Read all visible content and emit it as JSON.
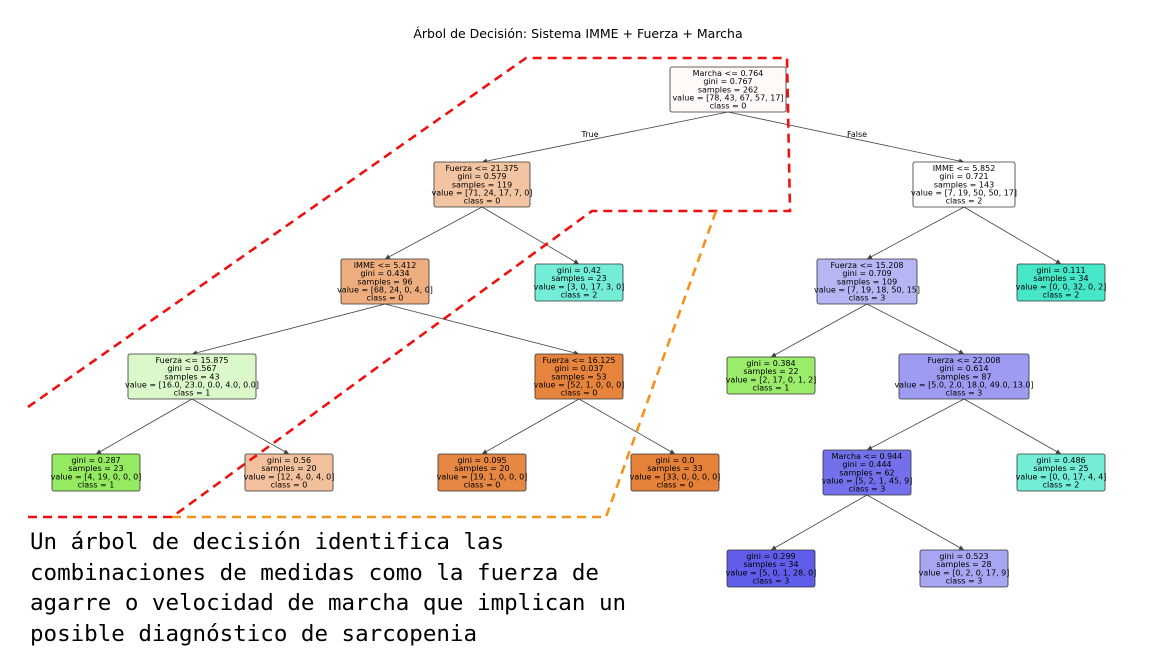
{
  "title": "Árbol de Decisión: Sistema IMME + Fuerza + Marcha",
  "caption": "Un árbol de decisión identifica las\ncombinaciones de medidas como la fuerza de\nagarre o velocidad de marcha que implican un\nposible diagnóstico de sarcopenia",
  "edge_labels": {
    "left": "True",
    "right": "False"
  },
  "class_colors": [
    "#e58139",
    "#7be539",
    "#39e5c5",
    "#3c39e5",
    "#e539c0"
  ],
  "tree": {
    "id": "root",
    "lines": [
      "Marcha <= 0.764",
      "gini = 0.767",
      "samples = 262",
      "value = [78, 43, 67, 57, 17]",
      "class = 0"
    ],
    "class": 0,
    "purity": 0.04,
    "children": [
      {
        "id": "n1",
        "lines": [
          "Fuerza <= 21.375",
          "gini = 0.579",
          "samples = 119",
          "value = [71, 24, 17, 7, 0]",
          "class = 0"
        ],
        "class": 0,
        "purity": 0.47,
        "children": [
          {
            "id": "n2",
            "lines": [
              "IMME <= 5.412",
              "gini = 0.434",
              "samples = 96",
              "value = [68, 24, 0, 4, 0]",
              "class = 0"
            ],
            "class": 0,
            "purity": 0.65,
            "children": [
              {
                "id": "n3",
                "lines": [
                  "Fuerza <= 15.875",
                  "gini = 0.567",
                  "samples = 43",
                  "value = [16.0, 23.0, 0.0, 4.0, 0.0]",
                  "class = 1"
                ],
                "class": 1,
                "purity": 0.27,
                "children": [
                  {
                    "id": "n4",
                    "lines": [
                      "gini = 0.287",
                      "samples = 23",
                      "value = [4, 19, 0, 0, 0]",
                      "class = 1"
                    ],
                    "class": 1,
                    "purity": 0.8
                  },
                  {
                    "id": "n5",
                    "lines": [
                      "gini = 0.56",
                      "samples = 20",
                      "value = [12, 4, 0, 4, 0]",
                      "class = 0"
                    ],
                    "class": 0,
                    "purity": 0.5
                  }
                ]
              },
              {
                "id": "n6",
                "lines": [
                  "Fuerza <= 16.125",
                  "gini = 0.037",
                  "samples = 53",
                  "value = [52, 1, 0, 0, 0]",
                  "class = 0"
                ],
                "class": 0,
                "purity": 0.98,
                "children": [
                  {
                    "id": "n7",
                    "lines": [
                      "gini = 0.095",
                      "samples = 20",
                      "value = [19, 1, 0, 0, 0]",
                      "class = 0"
                    ],
                    "class": 0,
                    "purity": 0.95
                  },
                  {
                    "id": "n8",
                    "lines": [
                      "gini = 0.0",
                      "samples = 33",
                      "value = [33, 0, 0, 0, 0]",
                      "class = 0"
                    ],
                    "class": 0,
                    "purity": 1.0
                  }
                ]
              }
            ]
          },
          {
            "id": "n9",
            "lines": [
              "gini = 0.42",
              "samples = 23",
              "value = [3, 0, 17, 3, 0]",
              "class = 2"
            ],
            "class": 2,
            "purity": 0.7
          }
        ]
      },
      {
        "id": "n10",
        "lines": [
          "IMME <= 5.852",
          "gini = 0.721",
          "samples = 143",
          "value = [7, 19, 50, 50, 17]",
          "class = 2"
        ],
        "class": 2,
        "purity": 0.0,
        "children": [
          {
            "id": "n11",
            "lines": [
              "Fuerza <= 15.208",
              "gini = 0.709",
              "samples = 109",
              "value = [7, 19, 18, 50, 15]",
              "class = 3"
            ],
            "class": 3,
            "purity": 0.37,
            "children": [
              {
                "id": "n12",
                "lines": [
                  "gini = 0.384",
                  "samples = 22",
                  "value = [2, 17, 0, 1, 2]",
                  "class = 1"
                ],
                "class": 1,
                "purity": 0.75
              },
              {
                "id": "n13",
                "lines": [
                  "Fuerza <= 22.008",
                  "gini = 0.614",
                  "samples = 87",
                  "value = [5.0, 2.0, 18.0, 49.0, 13.0]",
                  "class = 3"
                ],
                "class": 3,
                "purity": 0.5,
                "children": [
                  {
                    "id": "n14",
                    "lines": [
                      "Marcha <= 0.944",
                      "gini = 0.444",
                      "samples = 62",
                      "value = [5, 2, 1, 45, 9]",
                      "class = 3"
                    ],
                    "class": 3,
                    "purity": 0.72,
                    "children": [
                      {
                        "id": "n15",
                        "lines": [
                          "gini = 0.299",
                          "samples = 34",
                          "value = [5, 0, 1, 28, 0]",
                          "class = 3"
                        ],
                        "class": 3,
                        "purity": 0.82
                      },
                      {
                        "id": "n16",
                        "lines": [
                          "gini = 0.523",
                          "samples = 28",
                          "value = [0, 2, 0, 17, 9]",
                          "class = 3"
                        ],
                        "class": 3,
                        "purity": 0.45
                      }
                    ]
                  },
                  {
                    "id": "n17",
                    "lines": [
                      "gini = 0.486",
                      "samples = 25",
                      "value = [0, 0, 17, 4, 4]",
                      "class = 2"
                    ],
                    "class": 2,
                    "purity": 0.7
                  }
                ]
              }
            ]
          },
          {
            "id": "n18",
            "lines": [
              "gini = 0.111",
              "samples = 34",
              "value = [0, 0, 32, 0, 2]",
              "class = 2"
            ],
            "class": 2,
            "purity": 0.94
          }
        ]
      }
    ]
  },
  "highlights": [
    {
      "name": "red-dashed-region",
      "color": "#ee1111"
    },
    {
      "name": "orange-dashed-region",
      "color": "#f5921e"
    }
  ]
}
